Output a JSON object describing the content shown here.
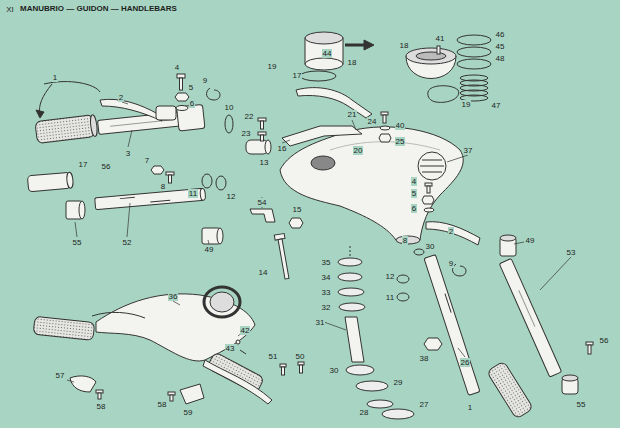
{
  "diagram": {
    "title": "MANUBRIO — GUIDON — HANDLEBARS",
    "labels": [
      "XI",
      "1",
      "2",
      "4",
      "5",
      "6",
      "9",
      "10",
      "22",
      "23",
      "19",
      "17",
      "44",
      "18",
      "24",
      "40",
      "25",
      "20",
      "21",
      "16",
      "18",
      "41",
      "46",
      "45",
      "48",
      "47",
      "19",
      "37",
      "3",
      "7",
      "8",
      "13",
      "11",
      "12",
      "54",
      "15",
      "17",
      "56",
      "55",
      "52",
      "49",
      "14",
      "35",
      "34",
      "33",
      "32",
      "31",
      "30",
      "4",
      "5",
      "6",
      "8",
      "30",
      "2",
      "49",
      "53",
      "9",
      "12",
      "11",
      "38",
      "26",
      "29",
      "27",
      "28",
      "1",
      "55",
      "56",
      "36",
      "42",
      "43",
      "51",
      "50",
      "57",
      "58",
      "58",
      "59"
    ]
  }
}
